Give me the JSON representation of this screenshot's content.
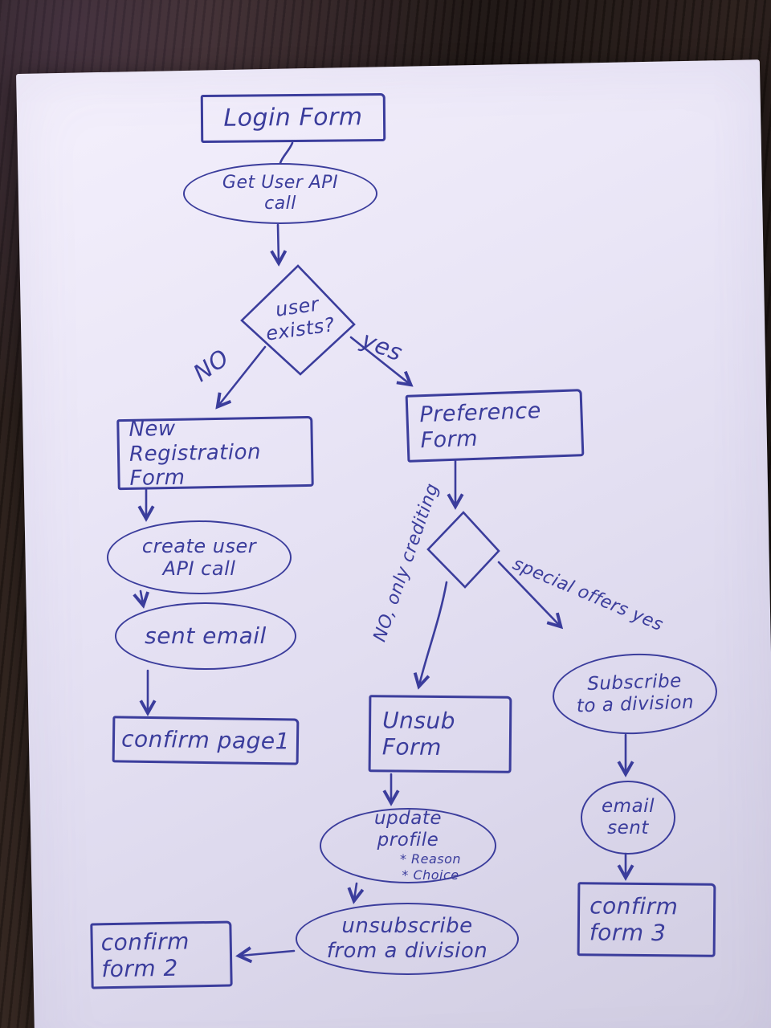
{
  "scene": {
    "paper_color": "#e9e5f6",
    "ink_color": "#3b3d9c",
    "table_color": "#241a16"
  },
  "flowchart": {
    "nodes": {
      "login_form": "Login Form",
      "get_user_api_call": "Get User API\ncall",
      "user_exists": "user\nexists?",
      "new_registration_form": "New Registration\nForm",
      "preference_form": "Preference\nForm",
      "create_user_api_call": "create user\nAPI call",
      "sent_email": "sent email",
      "confirm_page1": "confirm page1",
      "unsub_form": "Unsub\nForm",
      "subscribe_to_division": "Subscribe\nto a division",
      "update_profile": "update\nprofile",
      "update_profile_notes": "* Reason\n* Choice",
      "unsubscribe_from_division": "unsubscribe\nfrom a division",
      "email_sent": "email\nsent",
      "confirm_form2": "confirm\nform 2",
      "confirm_form3": "confirm\nform 3"
    },
    "edge_labels": {
      "no": "NO",
      "yes": "yes",
      "no_only_crediting": "NO, only crediting",
      "special_offers_yes": "special offers yes"
    }
  }
}
